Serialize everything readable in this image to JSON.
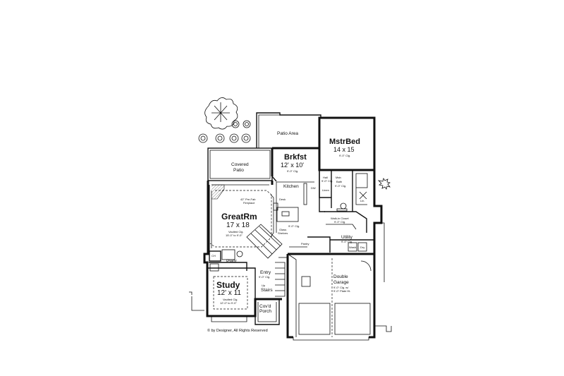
{
  "rooms": {
    "mstrbed": {
      "name": "MstrBed",
      "size": "14 x 15",
      "ceiling": "9'-0\" Clg."
    },
    "brkfst": {
      "name": "Brkfst",
      "size": "12' x 10'",
      "ceiling": "9'-0\" Clg."
    },
    "greatrm": {
      "name": "GreatRm",
      "size": "17 x 18",
      "ceiling1": "Vaulted Clg.",
      "ceiling2": "15'-0\" to 9'-0\""
    },
    "study": {
      "name": "Study",
      "size": "12' x 11",
      "ceiling1": "Vaulted Clg.",
      "ceiling2": "12'-0\" to 9'-0\""
    },
    "garage": {
      "name1": "Double",
      "name2": "Garage",
      "ceiling1": "9'-0\" Clg. w/",
      "ceiling2": "9'-0\" Plate Ht."
    },
    "kitchen": {
      "name": "Kitchen"
    },
    "covered_patio": {
      "name1": "Covered",
      "name2": "Patio"
    },
    "patio_area": {
      "name": "Patio Area"
    },
    "entry": {
      "name": "Entry",
      "ceiling": "9'-0\" Clg."
    },
    "covd_porch": {
      "name1": "Cov'd",
      "name2": "Porch"
    },
    "utility": {
      "name": "Utility",
      "ceiling": "9'-0\" Clg."
    },
    "walkin": {
      "name": "Walk-in Closet",
      "ceiling": "9'-0\" Clg."
    },
    "mstr_bath": {
      "name1": "Mstr.",
      "name2": "Bath",
      "ceiling": "9'-0\" Clg."
    },
    "hall": {
      "name": "Hall",
      "ceiling": "9'-0\" Clg."
    },
    "pwdr": {
      "name": "Pwdr"
    }
  },
  "labels": {
    "fireplace1": "42\" Pre-Fab",
    "fireplace2": "Fireplace",
    "desk": "Desk",
    "stairs": "Stairs",
    "up": "Up",
    "pantry": "Pantry",
    "glass": "Glass",
    "shelves": "Shelves",
    "linen": "Linen",
    "lin": "Lin.",
    "dw": "DW",
    "ch": "CH",
    "wash": "Wash",
    "dry": "Dry",
    "ceiling_kitchen": "9'-0\" Clg."
  },
  "copyright": "© by Designer, All Rights Reserved",
  "colors": {
    "ink": "#111111",
    "paper": "#ffffff"
  }
}
